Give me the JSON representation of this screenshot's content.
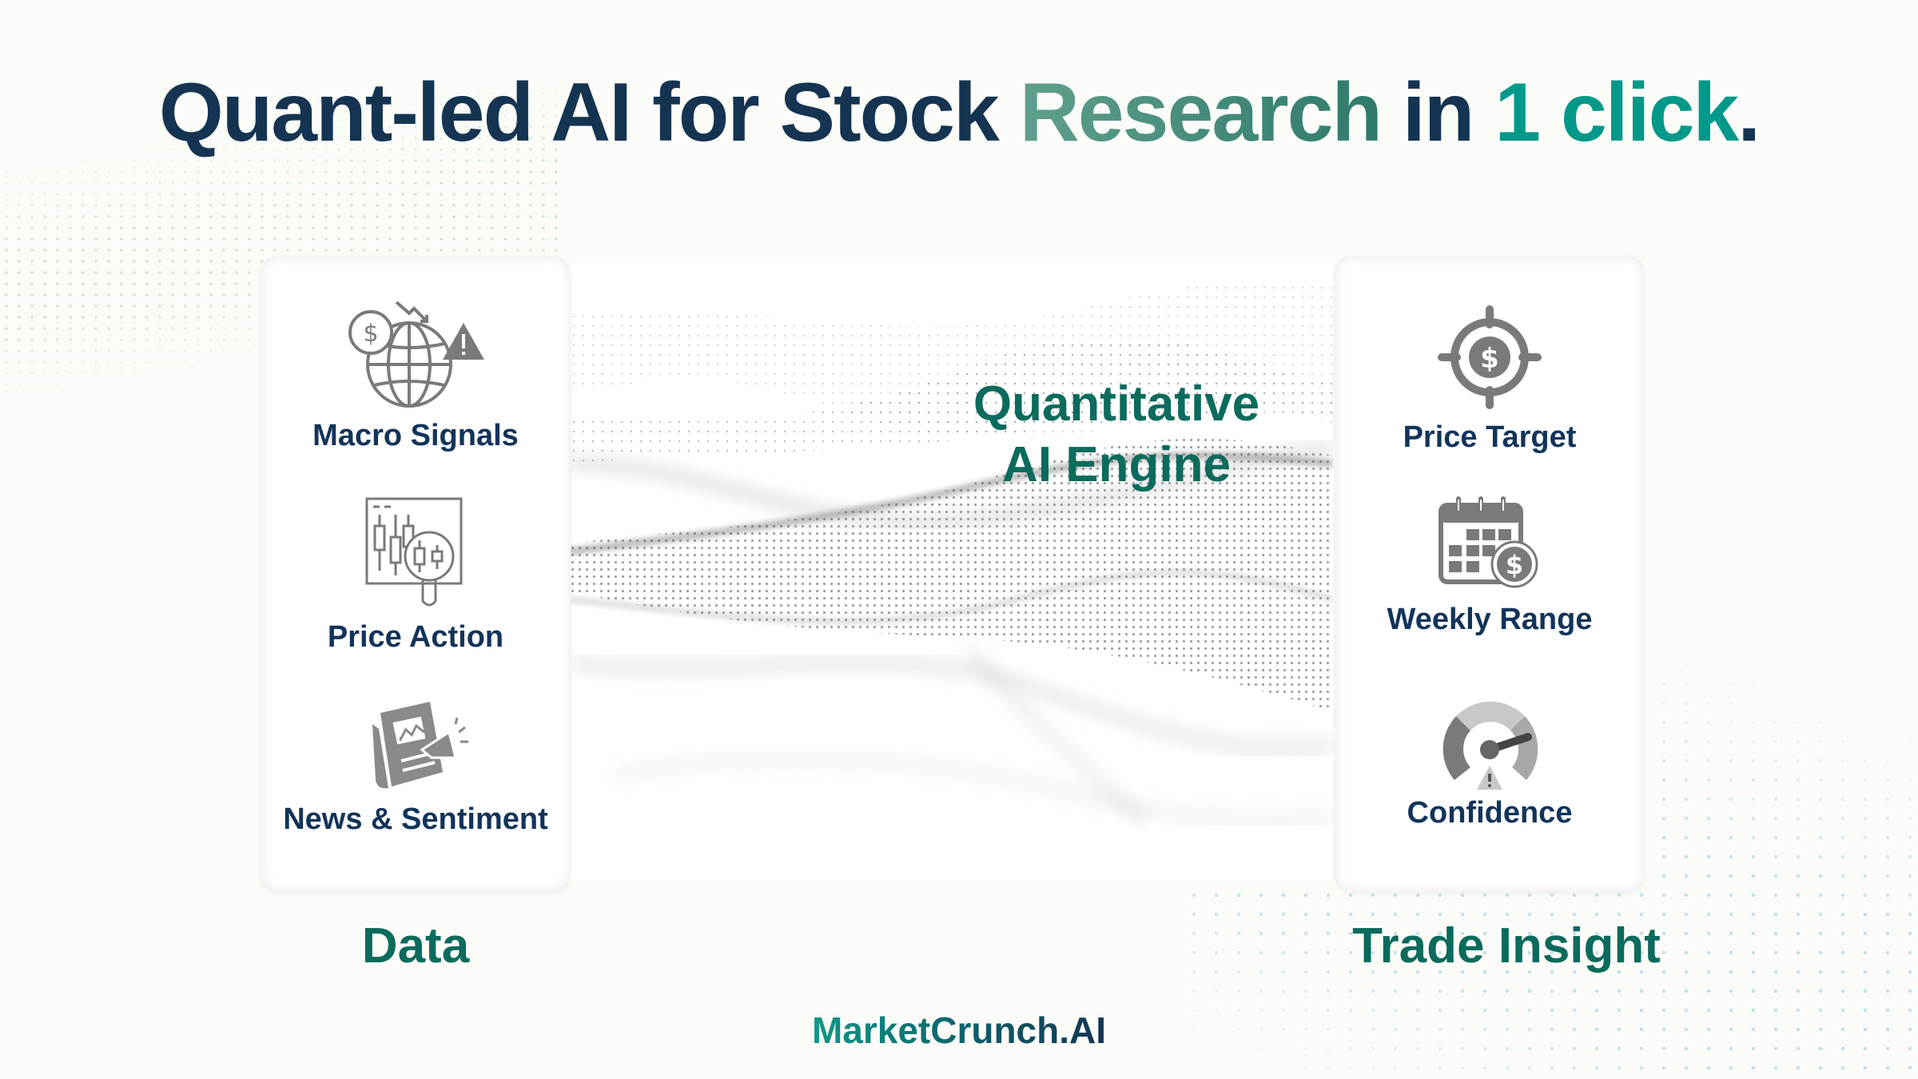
{
  "headline": {
    "part1": "Quant-led AI for Stock ",
    "part2": "Research",
    "part3": " in ",
    "part4": "1 click",
    "part5": "."
  },
  "data_card": {
    "label": "Data",
    "items": [
      {
        "label": "Macro Signals",
        "icon": "globe-dollar-alert-icon"
      },
      {
        "label": "Price Action",
        "icon": "candlestick-magnifier-icon"
      },
      {
        "label": "News & Sentiment",
        "icon": "newspaper-megaphone-icon"
      }
    ]
  },
  "engine": {
    "title_line1": "Quantitative",
    "title_line2": "AI Engine"
  },
  "insight_card": {
    "label": "Trade Insight",
    "items": [
      {
        "label": "Price Target",
        "icon": "target-dollar-icon"
      },
      {
        "label": "Weekly Range",
        "icon": "calendar-dollar-icon"
      },
      {
        "label": "Confidence",
        "icon": "gauge-warning-icon"
      }
    ]
  },
  "brand": "MarketCrunch.AI",
  "colors": {
    "navy": "#143452",
    "teal_dark": "#0b6b5c",
    "teal_bright": "#02998a",
    "research_gradient_start": "#5f9f8d",
    "research_gradient_end": "#2f7a6a",
    "icon_gray": "#7a7a7a",
    "background": "#fbfcf8"
  }
}
